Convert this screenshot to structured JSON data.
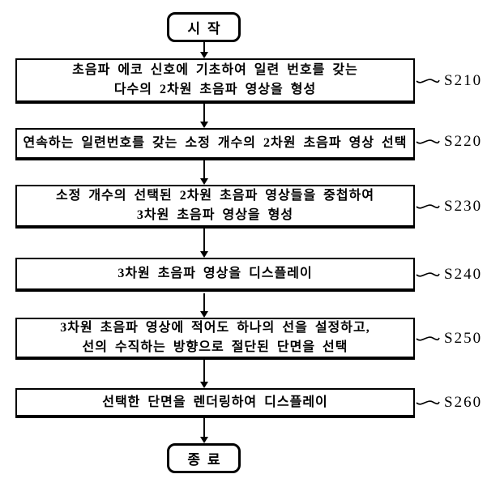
{
  "figure": {
    "type": "flowchart",
    "start_label": "시작",
    "end_label": "종료",
    "steps": [
      {
        "id": "S210",
        "lines": [
          "초음파 에코 신호에 기초하여 일련 번호를 갖는",
          "다수의 2차원 초음파 영상을 형성"
        ]
      },
      {
        "id": "S220",
        "lines": [
          "연속하는 일련번호를 갖는 소정 개수의 2차원 초음파 영상 선택"
        ]
      },
      {
        "id": "S230",
        "lines": [
          "소정 개수의 선택된 2차원 초음파 영상들을 중첩하여",
          "3차원 초음파 영상을 형성"
        ]
      },
      {
        "id": "S240",
        "lines": [
          "3차원 초음파 영상을 디스플레이"
        ]
      },
      {
        "id": "S250",
        "lines": [
          "3차원 초음파 영상에 적어도 하나의 선을 설정하고,",
          "선의 수직하는 방향으로 절단된 단면을 선택"
        ]
      },
      {
        "id": "S260",
        "lines": [
          "선택한 단면을 렌더링하여 디스플레이"
        ]
      }
    ],
    "colors": {
      "ink": "#000000",
      "background": "#ffffff"
    }
  }
}
